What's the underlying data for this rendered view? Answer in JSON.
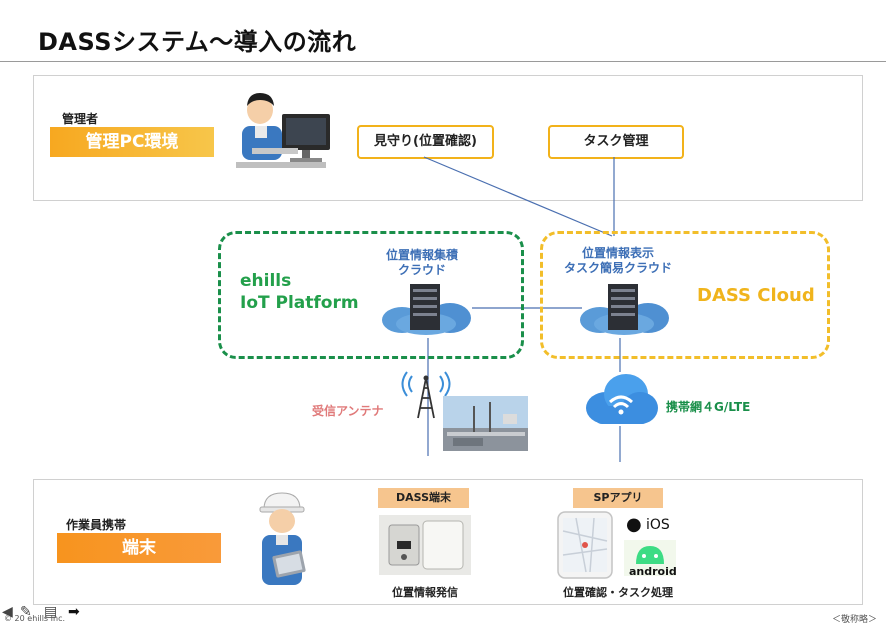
{
  "title": "DASSシステム～導入の流れ",
  "admin": {
    "label": "管理者",
    "tag": "管理PC環境",
    "monitor_box": "見守り(位置確認)",
    "task_box": "タスク管理"
  },
  "ehills": {
    "name_line1": "ehills",
    "name_line2": "IoT Platform",
    "cloud_line1": "位置情報集積",
    "cloud_line2": "クラウド"
  },
  "dass_cloud": {
    "name": "DASS Cloud",
    "cloud_line1": "位置情報表示",
    "cloud_line2": "タスク簡易クラウド"
  },
  "antenna_label": "受信アンテナ",
  "network_label": "携帯網４G/LTE",
  "worker": {
    "label": "作業員携帯",
    "tag": "端末",
    "device_tag": "DASS端末",
    "device_caption": "位置情報発信",
    "app_tag": "SPアプリ",
    "app_caption": "位置確認・タスク処理",
    "ios_text": "iOS",
    "android_text": "android"
  },
  "footer": {
    "copyright": "© 20  ehills Inc.",
    "confidential": "＜敬称略＞"
  },
  "colors": {
    "orange": "#f7931e",
    "yellow": "#f2b21a",
    "green": "#1a8f4a",
    "blue": "#3d6fb6"
  }
}
